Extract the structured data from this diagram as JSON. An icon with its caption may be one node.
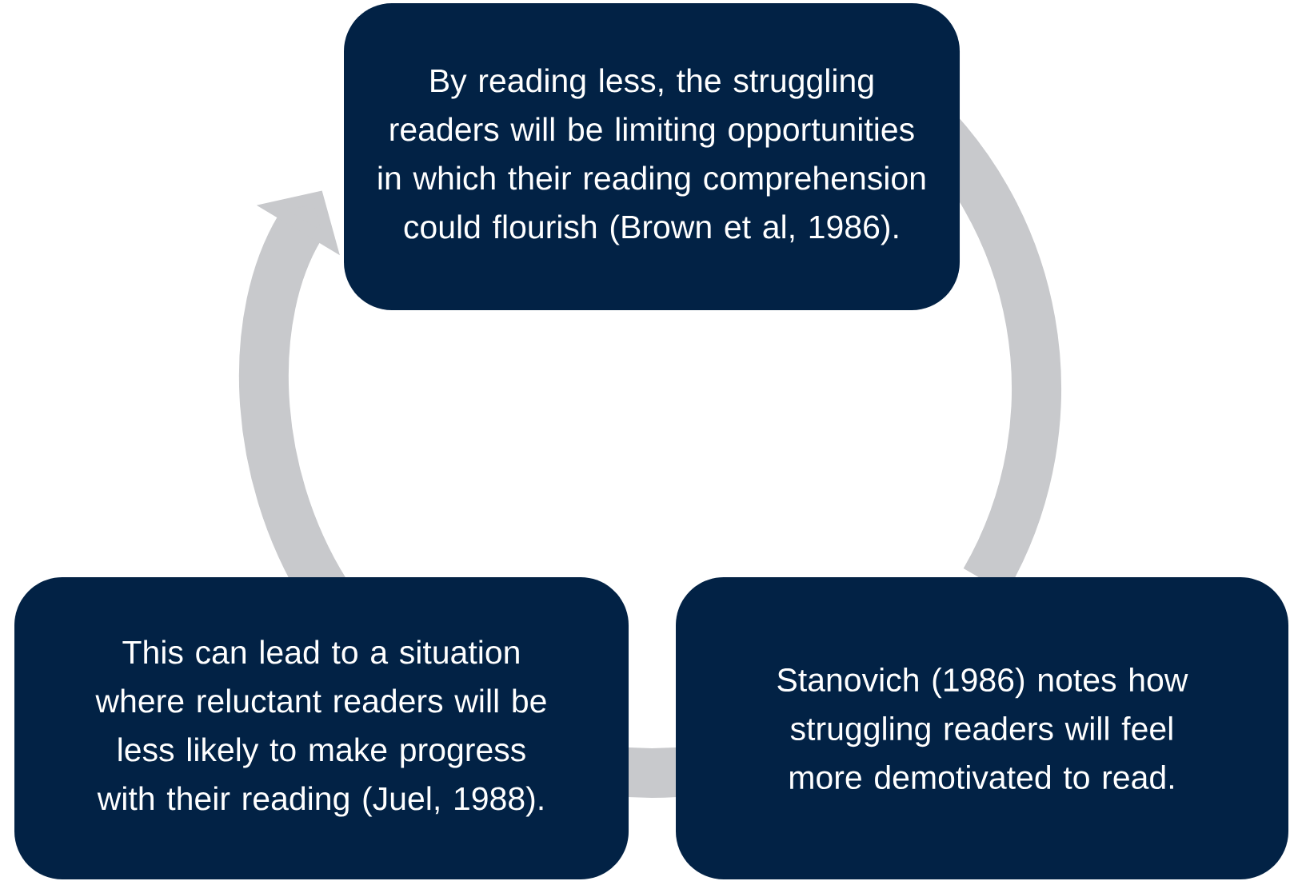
{
  "diagram": {
    "nodes": [
      {
        "text": [
          "By reading less, the struggling readers will be limiting opportunities in which their reading comprehension could flourish (Brown et al, 1986)."
        ]
      },
      {
        "text": [
          "Stanovich (1986) notes how struggling readers will feel more demotivated to read."
        ]
      },
      {
        "text": [
          "This can lead to a situation where reluctant readers will be less likely to make progress with their reading (Juel, 1988)."
        ]
      }
    ],
    "edges": [
      {
        "from": 0,
        "to": 1,
        "arrow": "none"
      },
      {
        "from": 1,
        "to": 2,
        "arrow": "none"
      },
      {
        "from": 2,
        "to": 0,
        "arrow": "to"
      }
    ]
  }
}
